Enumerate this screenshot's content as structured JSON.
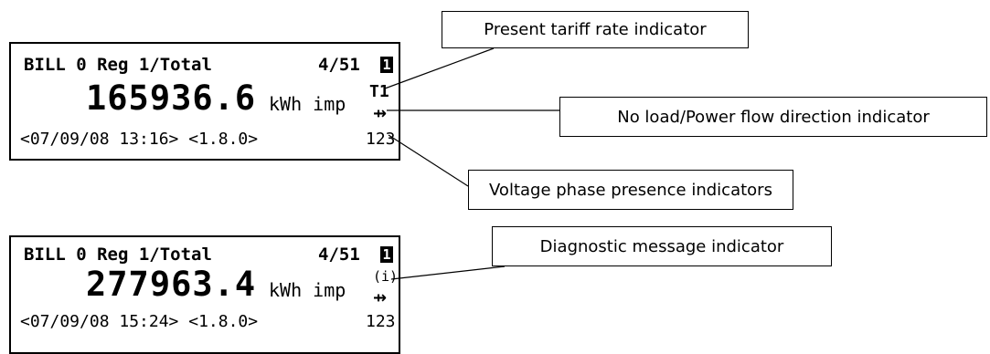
{
  "display_top": {
    "header": "BILL 0 Reg 1/Total",
    "page": "4/51",
    "badge": "1",
    "value": "165936.6",
    "unit": "kWh imp",
    "footer": "<07/09/08 13:16> <1.8.0>",
    "tariff": "T1",
    "flow": "⇸",
    "phases": "123"
  },
  "display_bottom": {
    "header": "BILL 0 Reg 1/Total",
    "page": "4/51",
    "badge": "1",
    "value": "277963.4",
    "unit": "kWh imp",
    "footer": "<07/09/08 15:24> <1.8.0>",
    "diag": "(i)",
    "flow": "⇸",
    "phases": "123"
  },
  "callouts": {
    "tariff": "Present tariff rate indicator",
    "flow": "No load/Power flow direction indicator",
    "phases": "Voltage phase presence indicators",
    "diagnostic": "Diagnostic message indicator"
  }
}
